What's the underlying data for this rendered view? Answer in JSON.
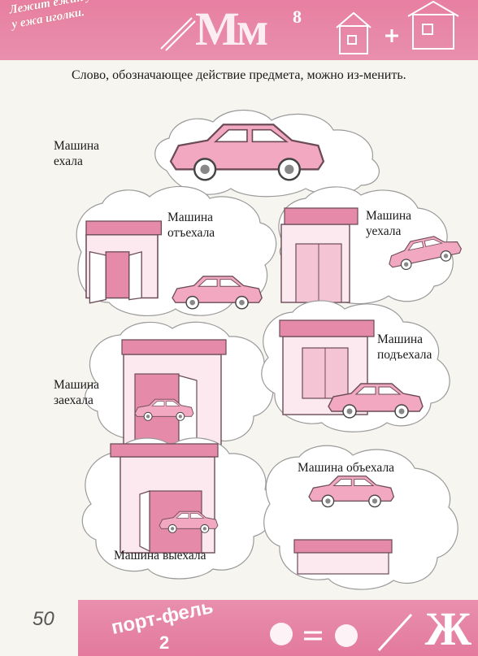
{
  "header": {
    "verse_line1": "Лежит ёжик у ёлки,",
    "verse_line2": "у ежа иголки.",
    "letter": "Мм",
    "digit": "8"
  },
  "intro_text": "Слово, обозначающее действие предмета, можно из-менить.",
  "labels": {
    "exala": [
      "Машина",
      "ехала"
    ],
    "otexala": [
      "Машина",
      "отъехала"
    ],
    "uexala": [
      "Машина",
      "уехала"
    ],
    "zaexala": [
      "Машина",
      "заехала"
    ],
    "podexala": [
      "Машина",
      "подъехала"
    ],
    "obexala": "Машина объехала",
    "vyexala": "Машина выехала"
  },
  "footer": {
    "page_number": "50",
    "word": "порт-фель",
    "digit": "2",
    "letter": "Ж"
  },
  "colors": {
    "banner": "#e98fae",
    "car": "#f2a8c0",
    "building_roof": "#e58aa8",
    "door": "#f5c4d4",
    "cloud_stroke": "#9a9a9a"
  }
}
